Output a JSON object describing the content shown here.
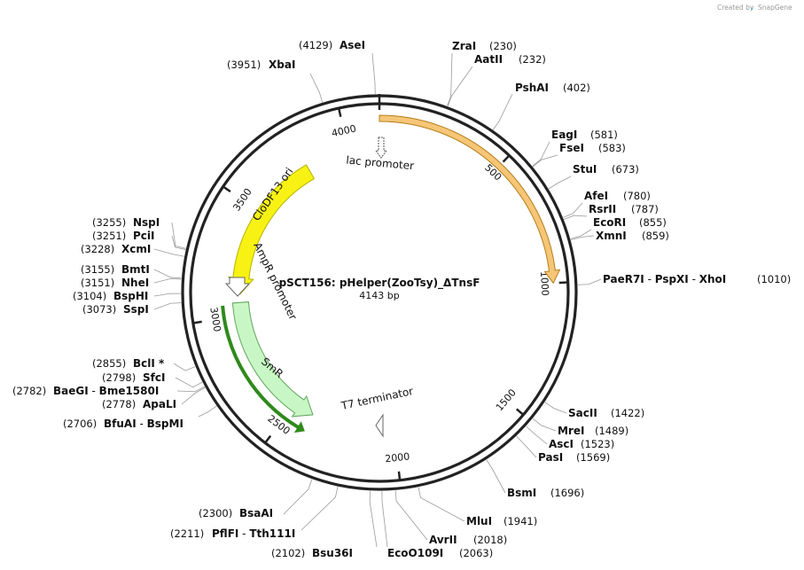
{
  "title": "pSCT156: pHelper(ZooTsy)_ΔTnsF",
  "length_label": "4143 bp",
  "total_bp": 4143,
  "brand": {
    "prefix": "Created by",
    "name": "SnapGene"
  },
  "ticks": [
    {
      "bp": 500,
      "label": "500"
    },
    {
      "bp": 1000,
      "label": "1000"
    },
    {
      "bp": 1500,
      "label": "1500"
    },
    {
      "bp": 2000,
      "label": "2000"
    },
    {
      "bp": 2500,
      "label": "2500"
    },
    {
      "bp": 3000,
      "label": "3000"
    },
    {
      "bp": 3500,
      "label": "3500"
    },
    {
      "bp": 4000,
      "label": "4000"
    }
  ],
  "features": [
    {
      "name": "orange-orf-arrow",
      "start": 0,
      "end": 1000,
      "color": "#f6c677",
      "stroke": "#b57d1a",
      "strand": 1
    },
    {
      "name": "clodf13-ori",
      "label": "CloDF13 ori",
      "start": 3100,
      "end": 3800,
      "color": "#f7f214",
      "stroke": "#b6b200",
      "strand": -1
    },
    {
      "name": "smr-cds",
      "label": "SmR",
      "start": 2400,
      "end": 3060,
      "color": "#c8f7c5",
      "stroke": "#62a55e",
      "strand": -1
    },
    {
      "name": "green-orf-arrow",
      "start": 2400,
      "end": 3050,
      "color": "#2f8a1c",
      "strand": -1
    }
  ],
  "feature_labels": {
    "lac_promoter": "lac promoter",
    "ampr_promoter": "AmpR promoter",
    "t7_terminator": "T7 terminator",
    "clodf13_ori": "CloDF13 ori",
    "smr": "SmR"
  },
  "sites": {
    "asei": {
      "name": "AseI",
      "pos": "(4129)"
    },
    "xbai": {
      "name": "XbaI",
      "pos": "(3951)"
    },
    "zrai": {
      "name": "ZraI",
      "pos": "(230)"
    },
    "aatii": {
      "name": "AatII",
      "pos": "(232)"
    },
    "pshai": {
      "name": "PshAI",
      "pos": "(402)"
    },
    "eagi": {
      "name": "EagI",
      "pos": "(581)"
    },
    "fsei": {
      "name": "FseI",
      "pos": "(583)"
    },
    "stui": {
      "name": "StuI",
      "pos": "(673)"
    },
    "afei": {
      "name": "AfeI",
      "pos": "(780)"
    },
    "rsrii": {
      "name": "RsrII",
      "pos": "(787)"
    },
    "ecori": {
      "name": "EcoRI",
      "pos": "(855)"
    },
    "xmni": {
      "name": "XmnI",
      "pos": "(859)"
    },
    "paer7i": {
      "name": "PaeR7I",
      "sep1": " - ",
      "name2": "PspXI",
      "sep2": " - ",
      "name3": "XhoI",
      "pos": "(1010)"
    },
    "sacii": {
      "name": "SacII",
      "pos": "(1422)"
    },
    "mrei": {
      "name": "MreI",
      "pos": "(1489)"
    },
    "asci": {
      "name": "AscI",
      "pos": "(1523)"
    },
    "pasi": {
      "name": "PasI",
      "pos": "(1569)"
    },
    "bsmi": {
      "name": "BsmI",
      "pos": "(1696)"
    },
    "mlui": {
      "name": "MluI",
      "pos": "(1941)"
    },
    "avrii": {
      "name": "AvrII",
      "pos": "(2018)"
    },
    "ecoo109i": {
      "name": "EcoO109I",
      "pos": "(2063)"
    },
    "bsu36i": {
      "name": "Bsu36I",
      "pos": "(2102)"
    },
    "pflfi": {
      "name": "PflFI",
      "sep": " - ",
      "name2": "Tth111I",
      "pos": "(2211)"
    },
    "bsaai": {
      "name": "BsaAI",
      "pos": "(2300)"
    },
    "bfuai": {
      "name": "BfuAI",
      "sep": " - ",
      "name2": "BspMI",
      "pos": "(2706)"
    },
    "apali": {
      "name": "ApaLI",
      "pos": "(2778)"
    },
    "baegi": {
      "name": "BaeGI",
      "sep": " - ",
      "name2": "Bme1580I",
      "pos": "(2782)"
    },
    "sfci": {
      "name": "SfcI",
      "pos": "(2798)"
    },
    "bcli": {
      "name": "BclI *",
      "pos": "(2855)"
    },
    "sspi": {
      "name": "SspI",
      "pos": "(3073)"
    },
    "bsphi": {
      "name": "BspHI",
      "pos": "(3104)"
    },
    "nhei": {
      "name": "NheI",
      "pos": "(3151)"
    },
    "bmti": {
      "name": "BmtI",
      "pos": "(3155)"
    },
    "xcmi": {
      "name": "XcmI",
      "pos": "(3228)"
    },
    "pcii": {
      "name": "PciI",
      "pos": "(3251)"
    },
    "nspi": {
      "name": "NspI",
      "pos": "(3255)"
    }
  }
}
